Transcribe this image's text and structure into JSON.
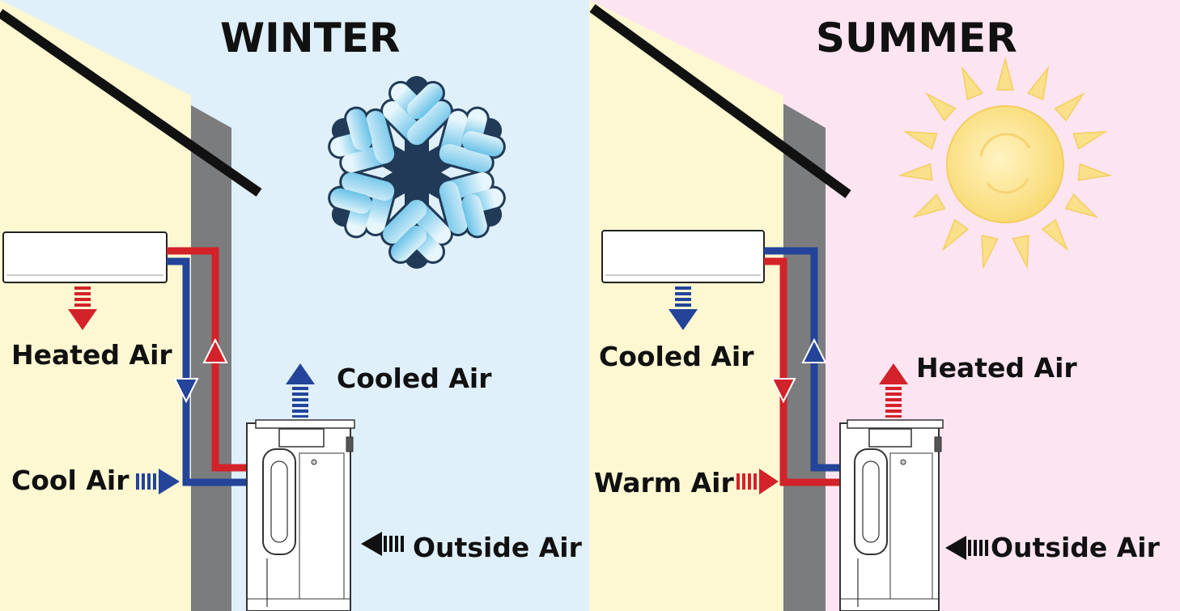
{
  "colors": {
    "winter_sky": "#dff0fa",
    "summer_sky": "#fde4f1",
    "interior_wall": "#fdf7d2",
    "wall_column": "#7b7c7e",
    "roof": "#111111",
    "pipe_red": "#d32229",
    "pipe_blue": "#24449a",
    "snowflake": "#8fd2ee",
    "sun": "#fbe288"
  },
  "icons": {
    "winter": "snowflake-icon",
    "summer": "sun-icon",
    "indoor_unit": "wall-mounted-indoor-unit",
    "outdoor_unit": "outdoor-condenser-unit"
  },
  "winter": {
    "title": "WINTER",
    "indoor_label": "Heated Air",
    "outdoor_exhaust_label": "Cooled Air",
    "wall_intake_label": "Cool Air",
    "outside_label": "Outside Air"
  },
  "summer": {
    "title": "SUMMER",
    "indoor_label": "Cooled Air",
    "outdoor_exhaust_label": "Heated Air",
    "wall_intake_label": "Warm Air",
    "outside_label": "Outside Air"
  }
}
